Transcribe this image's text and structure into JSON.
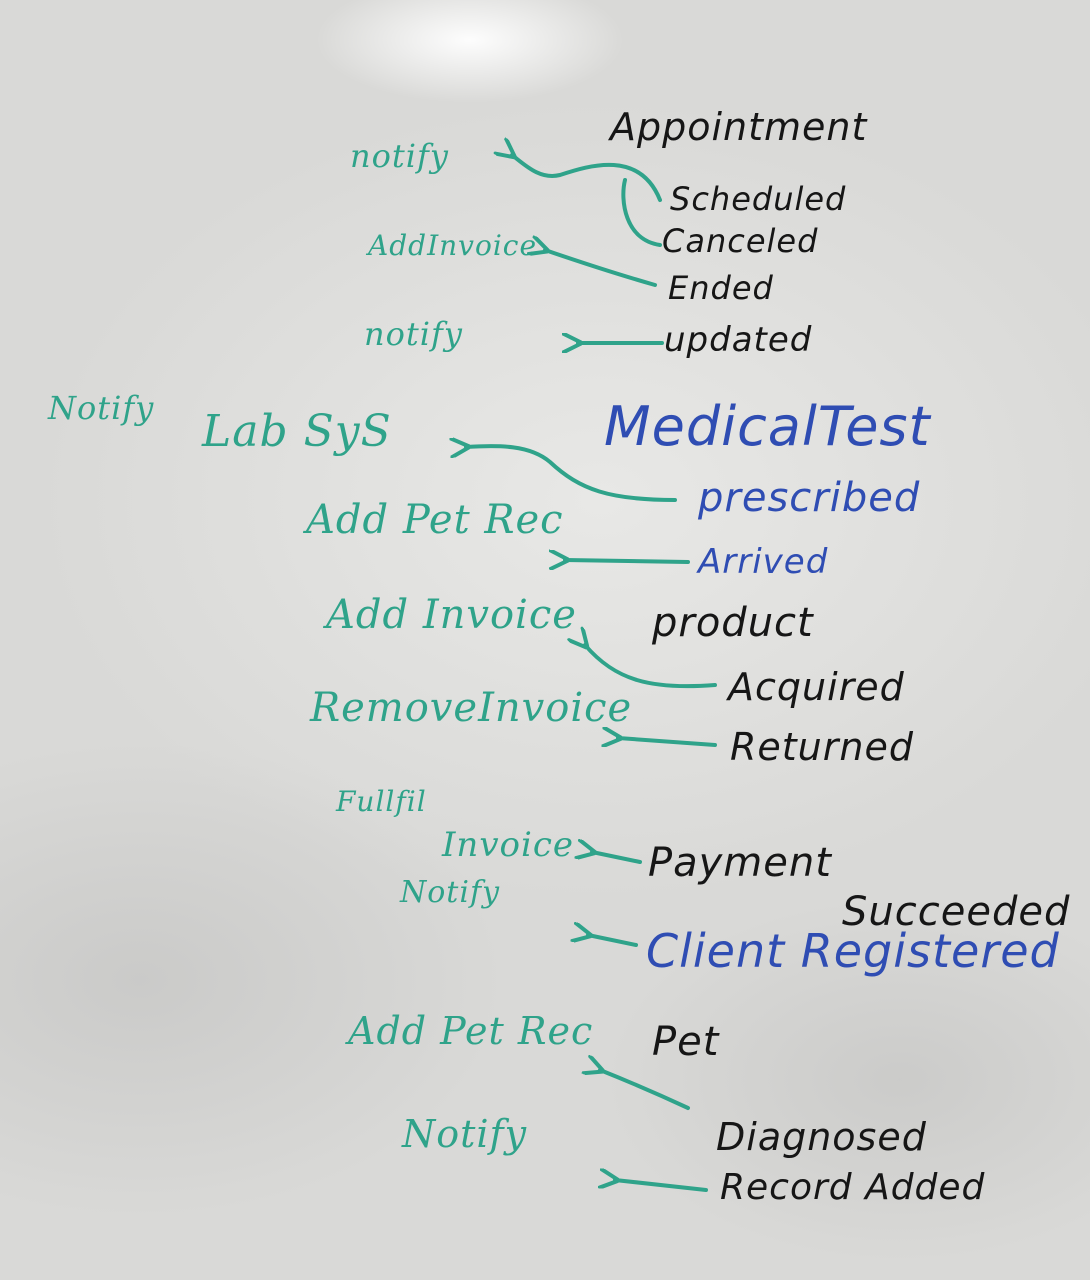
{
  "events": {
    "appointment": "Appointment",
    "scheduled": "Scheduled",
    "canceled": "Canceled",
    "ended": "Ended",
    "updated": "updated",
    "medical_test": "MedicalTest",
    "prescribed": "prescribed",
    "arrived": "Arrived",
    "product": "product",
    "acquired": "Acquired",
    "returned": "Returned",
    "payment": "Payment",
    "succeeded": "Succeeded",
    "client_registered": "Client Registered",
    "pet": "Pet",
    "diagnosed": "Diagnosed",
    "record_added": "Record Added"
  },
  "actions": {
    "notify_1": "notify",
    "add_invoice_1": "AddInvoice",
    "notify_2": "notify",
    "notify_3": "Notify",
    "lab_sys": "Lab SyS",
    "add_pet_rec_1": "Add Pet Rec",
    "add_invoice_2": "Add Invoice",
    "remove_invoice": "RemoveInvoice",
    "fullfil": "Fullfil",
    "invoice": "Invoice",
    "notify_4": "Notify",
    "add_pet_rec_2": "Add Pet Rec",
    "notify_5": "Notify"
  },
  "colors": {
    "action_marker": "#2fa38a",
    "event_marker_black": "#161616",
    "event_marker_blue": "#2f4db3",
    "board": "#dcdcda"
  }
}
